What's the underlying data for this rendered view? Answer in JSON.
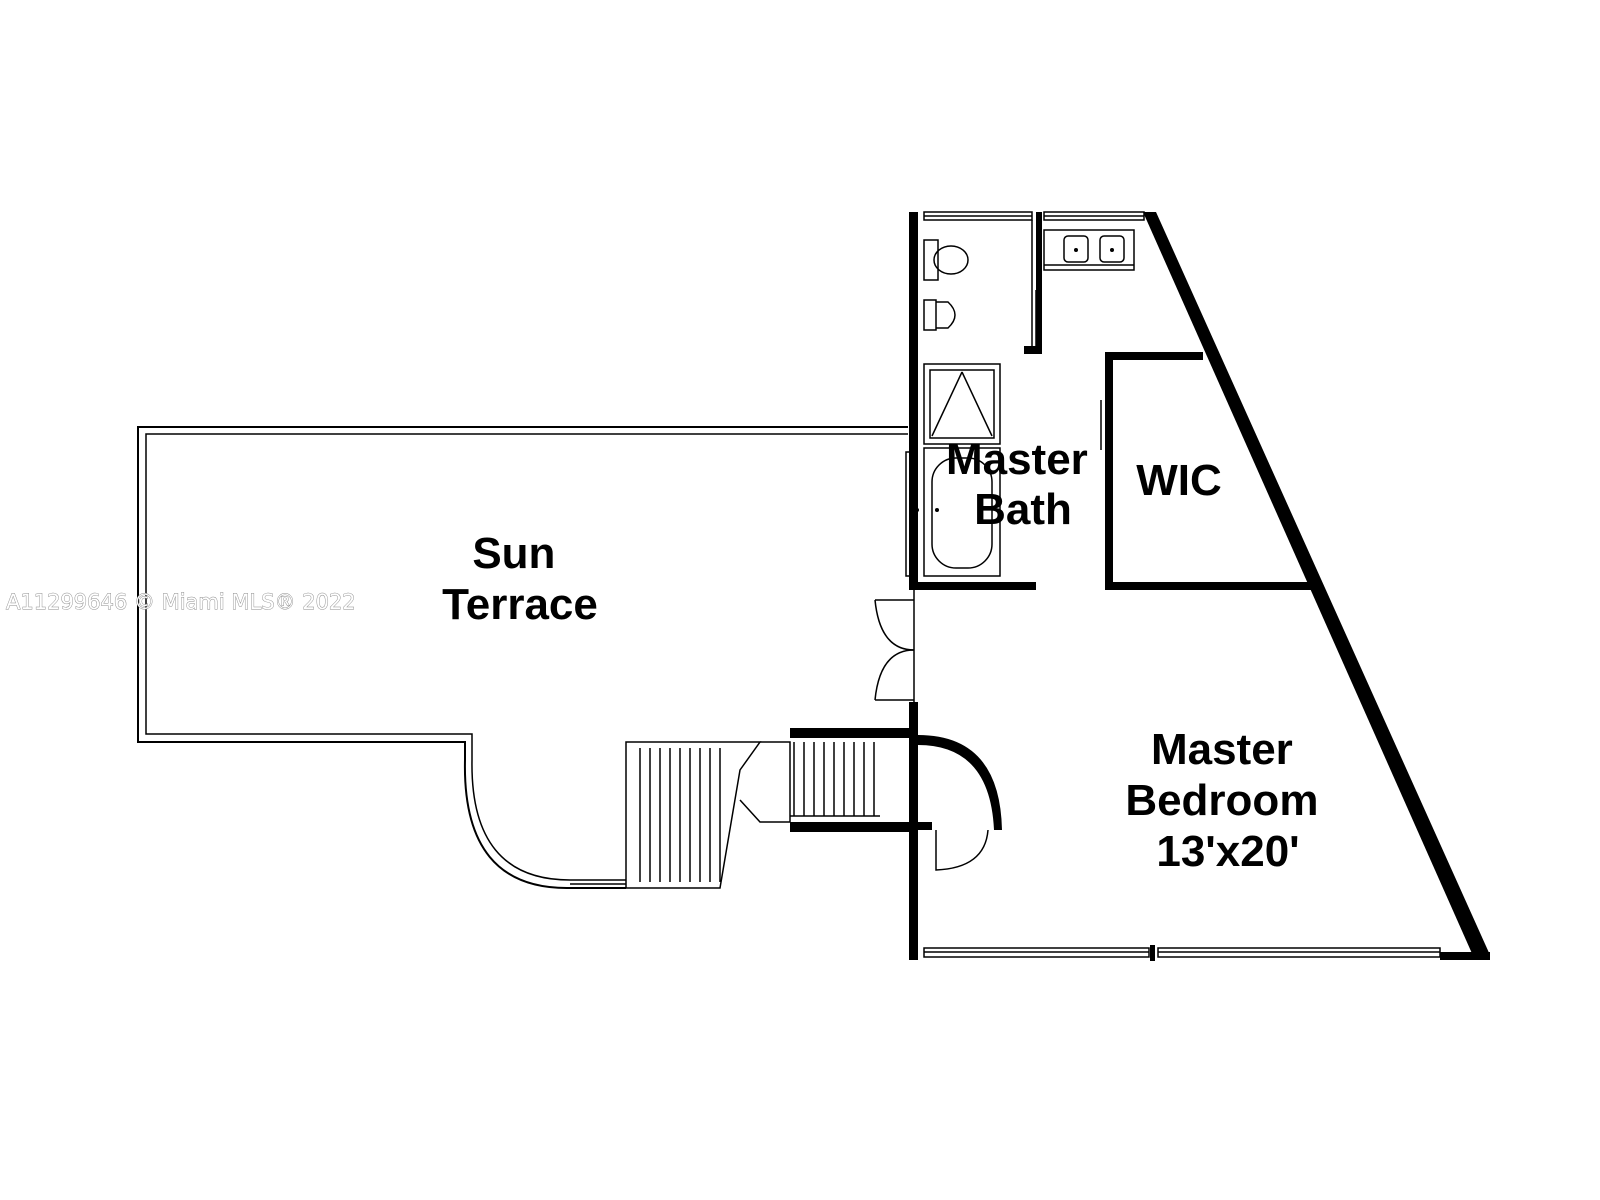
{
  "rooms": {
    "sun_terrace": [
      "Sun",
      "Terrace"
    ],
    "master_bath": [
      "Master",
      "Bath"
    ],
    "wic": "WIC",
    "master_bedroom": [
      "Master",
      "Bedroom",
      "13'x20'"
    ]
  },
  "watermark": "A11299646 © Miami MLS® 2022",
  "colors": {
    "wall": "#000000",
    "background": "#ffffff",
    "watermark_outline": "#8a8a8a"
  }
}
